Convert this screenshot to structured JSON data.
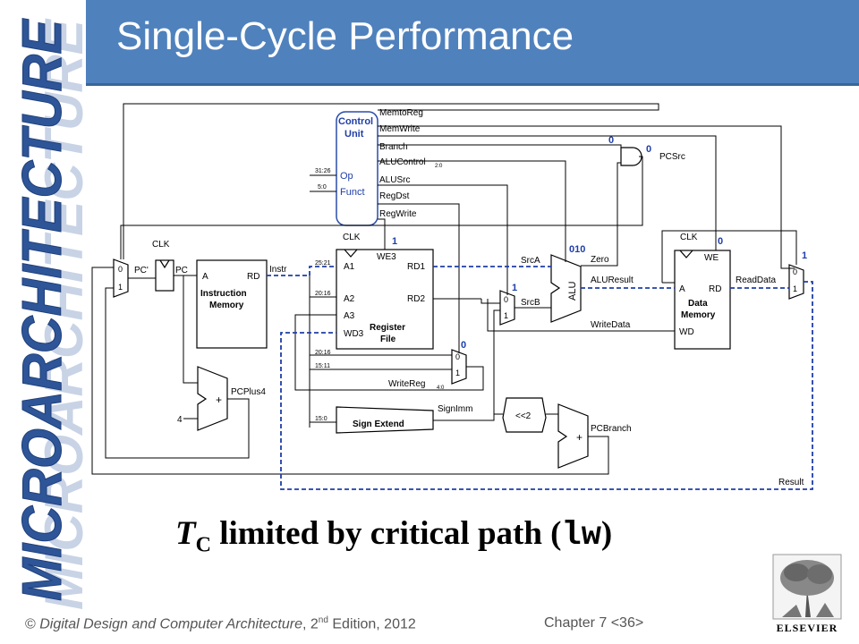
{
  "slide": {
    "title": "Single-Cycle Performance",
    "sidebar_text": "MICROARCHITECTURE",
    "caption": {
      "t": "T",
      "sub": "C",
      "text": " limited by critical path (",
      "code": "lw",
      "end": ")"
    },
    "footer": {
      "copyright": "© ",
      "book": "Digital Design and Computer Architecture",
      "comma": ", 2",
      "sup": "nd",
      "edition": " Edition, 2012",
      "chapter": "Chapter 7 <36>"
    },
    "logo_text": "ELSEVIER"
  },
  "diagram": {
    "control_unit": {
      "title1": "Control",
      "title2": "Unit",
      "op": "Op",
      "funct": "Funct"
    },
    "signals": {
      "memtoreg": "MemtoReg",
      "memwrite": "MemWrite",
      "branch": "Branch",
      "alucontrol": "ALUControl",
      "alucontrol_sub": "2:0",
      "alusrc": "ALUSrc",
      "regdst": "RegDst",
      "regwrite": "RegWrite",
      "pcsrc": "PCSrc",
      "zero": "Zero"
    },
    "bits": {
      "b31_26": "31:26",
      "b5_0": "5:0",
      "b25_21": "25:21",
      "b20_16a": "20:16",
      "b20_16b": "20:16",
      "b15_11": "15:11",
      "b15_0": "15:0"
    },
    "values": {
      "branch_val": "0",
      "pcsrc_val": "0",
      "regwrite_val": "1",
      "alucontrol_val": "010",
      "alusrc_val": "1",
      "regdst_val": "0",
      "memwrite_val": "0",
      "memtoreg_val": "1"
    },
    "clk": "CLK",
    "pc_mux": {
      "in0": "0",
      "in1": "1"
    },
    "labels": {
      "pcprime": "PC'",
      "pc": "PC",
      "instr": "Instr",
      "pcplus4": "PCPlus4",
      "four": "4",
      "pcbranch": "PCBranch",
      "signimm": "SignImm",
      "shift": "<<2",
      "srca": "SrcA",
      "srcb": "SrcB",
      "aluresult": "ALUResult",
      "writedata": "WriteData",
      "readdata": "ReadData",
      "result": "Result",
      "writereg": "WriteReg",
      "writereg_sub": "4:0",
      "plus1": "+",
      "plus2": "+",
      "alu": "ALU"
    },
    "imem": {
      "a": "A",
      "rd": "RD",
      "name1": "Instruction",
      "name2": "Memory"
    },
    "regfile": {
      "we3": "WE3",
      "a1": "A1",
      "a2": "A2",
      "a3": "A3",
      "wd3": "WD3",
      "rd1": "RD1",
      "rd2": "RD2",
      "name1": "Register",
      "name2": "File"
    },
    "dmem": {
      "we": "WE",
      "a": "A",
      "rd": "RD",
      "wd": "WD",
      "name1": "Data",
      "name2": "Memory"
    },
    "sign_extend": "Sign Extend",
    "mux_srcb": {
      "in0": "0",
      "in1": "1"
    },
    "mux_regdst": {
      "in0": "0",
      "in1": "1"
    },
    "mux_result": {
      "in0": "0",
      "in1": "1"
    }
  },
  "colors": {
    "title_bar": "#4f81bd",
    "critical_path": "#1f3ea8",
    "sidebar_text": "#2e5597"
  }
}
